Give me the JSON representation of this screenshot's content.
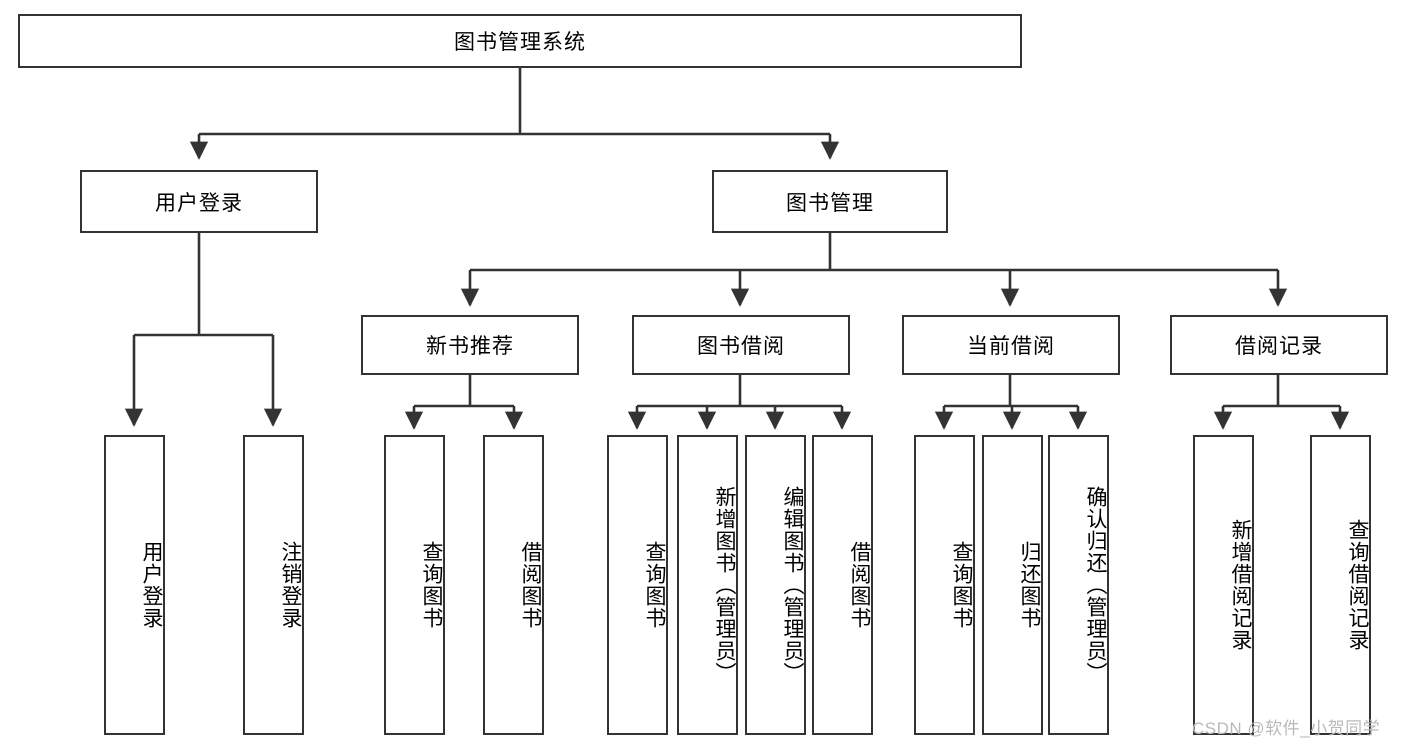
{
  "diagram": {
    "title": "图书管理系统",
    "type": "tree-hierarchy",
    "root": {
      "label": "图书管理系统"
    },
    "level2": [
      {
        "label": "用户登录"
      },
      {
        "label": "图书管理"
      }
    ],
    "level3": [
      {
        "label": "新书推荐"
      },
      {
        "label": "图书借阅"
      },
      {
        "label": "当前借阅"
      },
      {
        "label": "借阅记录"
      }
    ],
    "leaves": [
      {
        "label": "用户登录"
      },
      {
        "label": "注销登录"
      },
      {
        "label": "查询图书"
      },
      {
        "label": "借阅图书"
      },
      {
        "label": "查询图书"
      },
      {
        "label": "新增图书（管理员）"
      },
      {
        "label": "编辑图书（管理员）"
      },
      {
        "label": "借阅图书"
      },
      {
        "label": "查询图书"
      },
      {
        "label": "归还图书"
      },
      {
        "label": "确认归还（管理员）"
      },
      {
        "label": "新增借阅记录"
      },
      {
        "label": "查询借阅记录"
      }
    ]
  },
  "watermark": {
    "text": "CSDN @软件_小贺同学"
  },
  "colors": {
    "border": "#333333",
    "background": "#ffffff",
    "text": "#000000",
    "watermark": "#b9b9b9"
  }
}
